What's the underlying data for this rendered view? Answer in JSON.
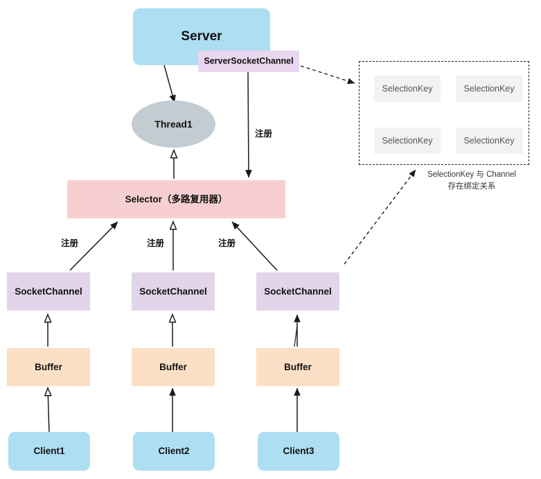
{
  "diagram": {
    "title_node": {
      "label": "Server"
    },
    "server_socket_channel": {
      "label": "ServerSocketChannel"
    },
    "thread": {
      "label": "Thread1"
    },
    "selector": {
      "label": "Selector（多路复用器）"
    },
    "socket_channels": [
      {
        "label": "SocketChannel"
      },
      {
        "label": "SocketChannel"
      },
      {
        "label": "SocketChannel"
      }
    ],
    "buffers": [
      {
        "label": "Buffer"
      },
      {
        "label": "Buffer"
      },
      {
        "label": "Buffer"
      }
    ],
    "clients": [
      {
        "label": "Client1"
      },
      {
        "label": "Client2"
      },
      {
        "label": "Client3"
      }
    ],
    "selection_key_group": {
      "cells": [
        {
          "label": "SelectionKey"
        },
        {
          "label": "SelectionKey"
        },
        {
          "label": "SelectionKey"
        },
        {
          "label": "SelectionKey"
        }
      ],
      "caption_line_1": "SelectionKey 与 Channel",
      "caption_line_2": "存在绑定关系"
    },
    "edge_labels": {
      "register_from_server_socket_channel": "注册",
      "register_from_socket_channel_1": "注册",
      "register_from_socket_channel_2": "注册",
      "register_from_socket_channel_3": "注册"
    },
    "colors": {
      "server_blue": "#aedef2",
      "channel_purple": "#e2d5ea",
      "server_socket_channel_purple": "#e8d7ef",
      "thread_gray": "#c2ccd1",
      "selector_pink": "#f7cfd0",
      "buffer_orange": "#fce0c5",
      "selection_key_gray": "#f2f2f2",
      "line_black": "#1a1a1a"
    }
  }
}
